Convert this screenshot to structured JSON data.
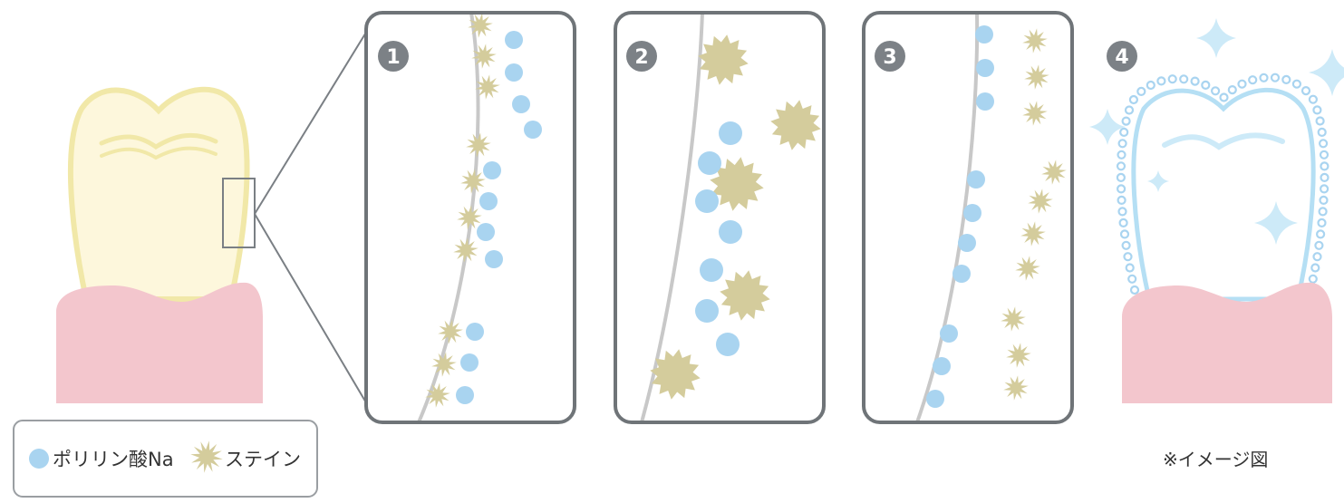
{
  "panels": [
    {
      "number": "1"
    },
    {
      "number": "2"
    },
    {
      "number": "3"
    },
    {
      "number": "4"
    }
  ],
  "legend": {
    "polyphosphate_label": "ポリリン酸Na",
    "stain_label": "ステイン"
  },
  "note": "※イメージ図",
  "colors": {
    "polyphosphate": "#a9d4f0",
    "stain": "#d4cc9c",
    "panel_border": "#6f7478",
    "number_badge": "#7c8186",
    "gum": "#f3c6cd",
    "tooth_yellow_fill": "#fdf7dc",
    "tooth_yellow_outline": "#f1e8a8",
    "tooth_white_line": "#b5dff4",
    "sparkle": "#cdeaf8",
    "enamel_line": "#c8c8c8"
  },
  "icons": [
    "tooth-icon",
    "gum-icon",
    "polyphosphate-dot-icon",
    "stain-star-icon",
    "sparkle-icon"
  ]
}
